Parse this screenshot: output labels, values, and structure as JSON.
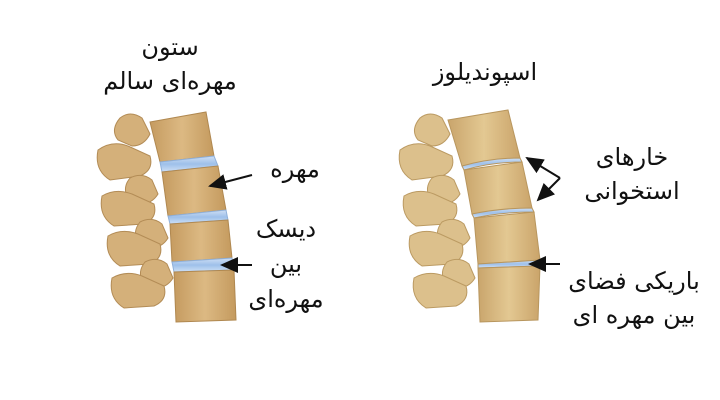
{
  "left_panel": {
    "title_line1": "ستون",
    "title_line2": "مهره‌ای سالم",
    "label_vertebra": "مهره",
    "label_disc_line1": "دیسک",
    "label_disc_line2": "بین",
    "label_disc_line3": "مهره‌ای"
  },
  "right_panel": {
    "title": "اسپوندیلوز",
    "label_spurs_line1": "خارهای",
    "label_spurs_line2": "استخوانی",
    "label_narrowing_line1": "باریکی فضای",
    "label_narrowing_line2": "بین مهره ای"
  },
  "colors": {
    "bone": "#d9b47e",
    "bone_dark": "#b98f55",
    "bone_light": "#ecd3a4",
    "disc": "#a8c8ec",
    "disc_dark": "#7fa6d6",
    "arrow": "#111111"
  }
}
